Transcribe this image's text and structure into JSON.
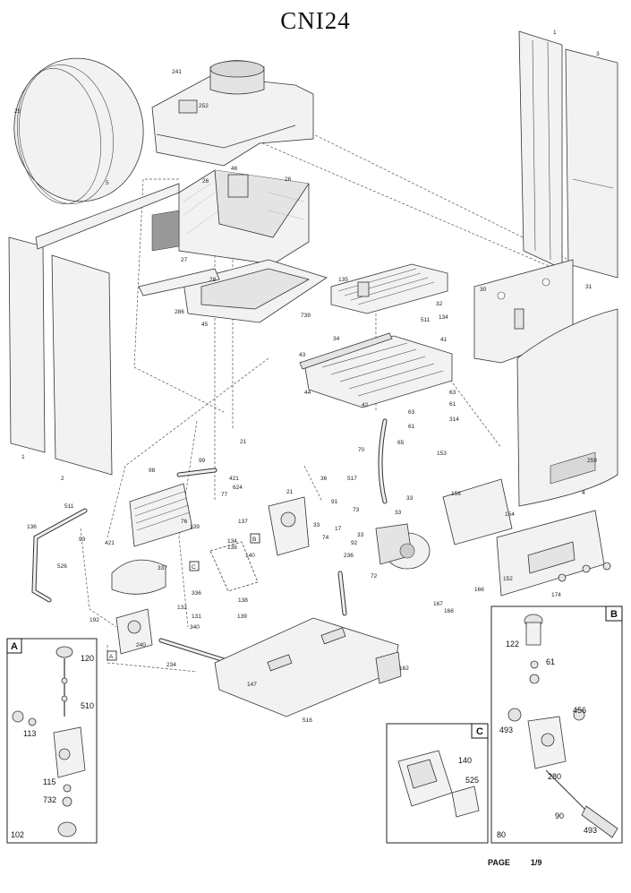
{
  "title": "CNI24",
  "footer": {
    "page_label": "PAGE",
    "page_number": "1/9"
  },
  "labels": {
    "l241": "241",
    "l252": "252",
    "l25": "25",
    "l1a": "1",
    "l3": "3",
    "l5": "5",
    "l26a": "26",
    "l46": "46",
    "l26b": "26",
    "l27": "27",
    "l30": "30",
    "l31": "31",
    "l28": "28",
    "l286": "286",
    "l739": "739",
    "l45": "45",
    "l135": "135",
    "l32": "32",
    "l134": "134",
    "l511a": "511",
    "l34": "34",
    "l41": "41",
    "l43": "43",
    "l44": "44",
    "l42": "42",
    "l63a": "63",
    "l61a": "61",
    "l63b": "63",
    "l61b": "61",
    "l314": "314",
    "l65": "65",
    "l1b": "1",
    "l2": "2",
    "l21a": "21",
    "l99": "99",
    "l98": "98",
    "l421a": "421",
    "l624": "624",
    "l77": "77",
    "l36": "36",
    "l21b": "21",
    "l70": "70",
    "l153": "153",
    "l259": "259",
    "l4": "4",
    "l517": "517",
    "l511b": "511",
    "l33a": "33",
    "l91": "91",
    "l73": "73",
    "l33b": "33",
    "l136": "136",
    "l76": "76",
    "l93": "93",
    "l421b": "421",
    "l139a": "139",
    "l137": "137",
    "l33c": "33",
    "l17": "17",
    "l33d": "33",
    "l74": "74",
    "l236": "236",
    "l92": "92",
    "l72": "72",
    "l134b": "134",
    "l138a": "138",
    "l140": "140",
    "l156": "156",
    "l154": "154",
    "l526": "526",
    "l337": "337",
    "l336": "336",
    "l138b": "138",
    "l152": "152",
    "l166": "166",
    "l167": "167",
    "l168": "168",
    "l174": "174",
    "l132": "132",
    "l131": "131",
    "l340": "340",
    "l139b": "139",
    "l192": "192",
    "l240": "240",
    "l234": "234",
    "l147": "147",
    "l162": "162",
    "l516": "516"
  },
  "markers": {
    "B": "B",
    "C": "C",
    "A": "A"
  },
  "inset_a": {
    "letter": "A",
    "labels": {
      "n120": "120",
      "n510": "510",
      "n113": "113",
      "n115": "115",
      "n732": "732",
      "n102": "102"
    }
  },
  "inset_b": {
    "letter": "B",
    "labels": {
      "n122": "122",
      "n61": "61",
      "n456": "456",
      "n493": "493",
      "n280": "280",
      "n90": "90",
      "n493b": "493",
      "n80": "80"
    }
  },
  "inset_c": {
    "letter": "C",
    "labels": {
      "n140": "140",
      "n525": "525"
    }
  }
}
